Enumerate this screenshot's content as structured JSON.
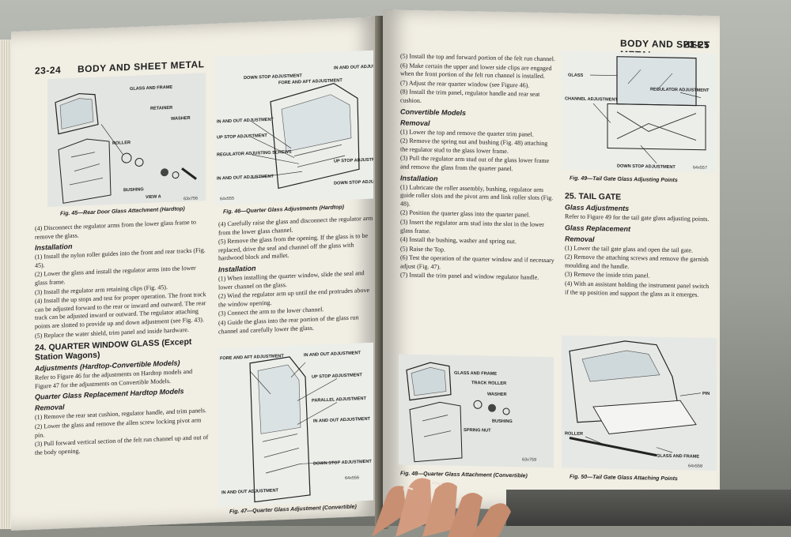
{
  "left_page": {
    "page_number": "23-24",
    "header": "BODY AND SHEET METAL",
    "fig45": {
      "caption": "Fig. 45—Rear Door Glass Attachment (Hardtop)",
      "id": "63x756",
      "labels": [
        "GLASS AND FRAME",
        "RETAINER",
        "WASHER",
        "ROLLER",
        "BUSHING",
        "VIEW A"
      ]
    },
    "fig46": {
      "caption": "Fig. 46—Quarter Glass Adjustments (Hardtop)",
      "id": "64x555",
      "labels": [
        "DOWN STOP ADJUSTMENT",
        "FORE AND AFT ADJUSTMENT",
        "IN AND OUT ADJUSTMENT",
        "IN AND OUT ADJUSTMENT",
        "UP STOP ADJUSTMENT",
        "REGULATOR ADJUSTING SCREWS",
        "IN AND OUT ADJUSTMENT",
        "UP STOP ADJUSTMENT",
        "DOWN STOP ADJUSTMENT"
      ]
    },
    "fig47": {
      "caption": "Fig. 47—Quarter Glass Adjustment (Convertible)",
      "id": "64x556",
      "labels": [
        "FORE AND AFT ADJUSTMENT",
        "IN AND OUT ADJUSTMENT",
        "UP STOP ADJUSTMENT",
        "PARALLEL ADJUSTMENT",
        "IN AND OUT ADJUSTMENT",
        "DOWN STOP ADJUSTMENT",
        "IN AND OUT ADJUSTMENT"
      ]
    },
    "col1": {
      "p1": "(4) Disconnect the regulator arms from the lower glass frame to remove the glass.",
      "install_heading": "Installation",
      "p2": "(1) Install the nylon roller guides into the front and rear tracks (Fig. 45).",
      "p3": "(2) Lower the glass and install the regulator arms into the lower glass frame.",
      "p4": "(3) Install the regulator arm retaining clips (Fig. 45).",
      "p5": "(4) Install the up stops and test for proper operation. The front track can be adjusted forward to the rear or inward and outward. The rear track can be adjusted inward or outward. The regulator attaching points are slotted to provide up and down adjustment (see Fig. 43).",
      "p6": "(5) Replace the water shield, trim panel and inside hardware.",
      "section": "24. QUARTER WINDOW GLASS (Except Station Wagons)",
      "sub1": "Adjustments (Hardtop-Convertible Models)",
      "p7": "Refer to Figure 46 for the adjustments on Hardtop models and Figure 47 for the adjustments on Convertible Models.",
      "sub2": "Quarter Glass Replacement Hardtop Models",
      "sub3": "Removal",
      "p8": "(1) Remove the rear seat cushion, regulator handle, and trim panels.",
      "p9": "(2) Lower the glass and remove the allen screw locking pivot arm pin.",
      "p10": "(3) Pull forward vertical section of the felt run channel up and out of the body opening."
    },
    "col2": {
      "p1": "(4) Carefully raise the glass and disconnect the regulator arm from the lower glass channel.",
      "p2": "(5) Remove the glass from the opening. If the glass is to be replaced, drive the seal and channel off the glass with hardwood block and mallet.",
      "install_heading": "Installation",
      "p3": "(1) When installing the quarter window, slide the seal and lower channel on the glass.",
      "p4": "(2) Wind the regulator arm up until the end protrudes above the window opening.",
      "p5": "(3) Connect the arm to the lower channel.",
      "p6": "(4) Guide the glass into the rear portion of the glass run channel and carefully lower the glass."
    }
  },
  "right_page": {
    "page_number": "23-25",
    "header": "BODY AND SHEET METAL",
    "fig48": {
      "caption": "Fig. 48—Quarter Glass Attachment (Convertible)",
      "id": "63x759",
      "labels": [
        "GLASS AND FRAME",
        "TRACK ROLLER",
        "WASHER",
        "BUSHING",
        "SPRING NUT"
      ]
    },
    "fig49": {
      "caption": "Fig. 49—Tail Gate Glass Adjusting Points",
      "id": "64x557",
      "labels": [
        "GLASS",
        "CHANNEL ADJUSTMENT",
        "REGULATOR ADJUSTMENT",
        "DOWN STOP ADJUSTMENT"
      ]
    },
    "fig50": {
      "caption": "Fig. 50—Tail Gate Glass Attaching Points",
      "id": "64x558",
      "labels": [
        "PIN",
        "ROLLER",
        "GLASS AND FRAME"
      ]
    },
    "col1": {
      "p1": "(5) Install the top and forward portion of the felt run channel.",
      "p2": "(6) Make certain the upper and lower side clips are engaged when the front portion of the felt run channel is installed.",
      "p3": "(7) Adjust the rear quarter window (see Figure 46).",
      "p4": "(8) Install the trim panel, regulator handle and rear seat cushion.",
      "sub1": "Convertible Models",
      "sub2": "Removal",
      "p5": "(1) Lower the top and remove the quarter trim panel.",
      "p6": "(2) Remove the spring nut and bushing (Fig. 48) attaching the regulator stud to the glass lower frame.",
      "p7": "(3) Pull the regulator arm stud out of the glass lower frame and remove the glass from the quarter panel.",
      "install_heading": "Installation",
      "p8": "(1) Lubricate the roller assembly, bushing, regulator arm guide roller slots and the pivot arm and link roller slots (Fig. 48).",
      "p9": "(2) Position the quarter glass into the quarter panel.",
      "p10": "(3) Insert the regulator arm stud into the slot in the lower glass frame.",
      "p11": "(4) Install the bushing, washer and spring nut.",
      "p12": "(5) Raise the Top.",
      "p13": "(6) Test the operation of the quarter window and if necessary adjust (Fig. 47).",
      "p14": "(7) Install the trim panel and window regulator handle."
    },
    "col2": {
      "section": "25. TAIL GATE",
      "sub1": "Glass Adjustments",
      "p1": "Refer to Figure 49 for the tail gate glass adjusting points.",
      "sub2": "Glass Replacement",
      "sub3": "Removal",
      "p2": "(1) Lower the tail gate glass and open the tail gate.",
      "p3": "(2) Remove the attaching screws and remove the garnish moulding and the handle.",
      "p4": "(3) Remove the inside trim panel.",
      "p5": "(4) With an assistant holding the instrument panel switch if the up position and support the glass as it emerges."
    }
  },
  "colors": {
    "paper": "#f1eee3",
    "ink": "#1e1e1e",
    "figure_bg": "#dfe3e4"
  }
}
